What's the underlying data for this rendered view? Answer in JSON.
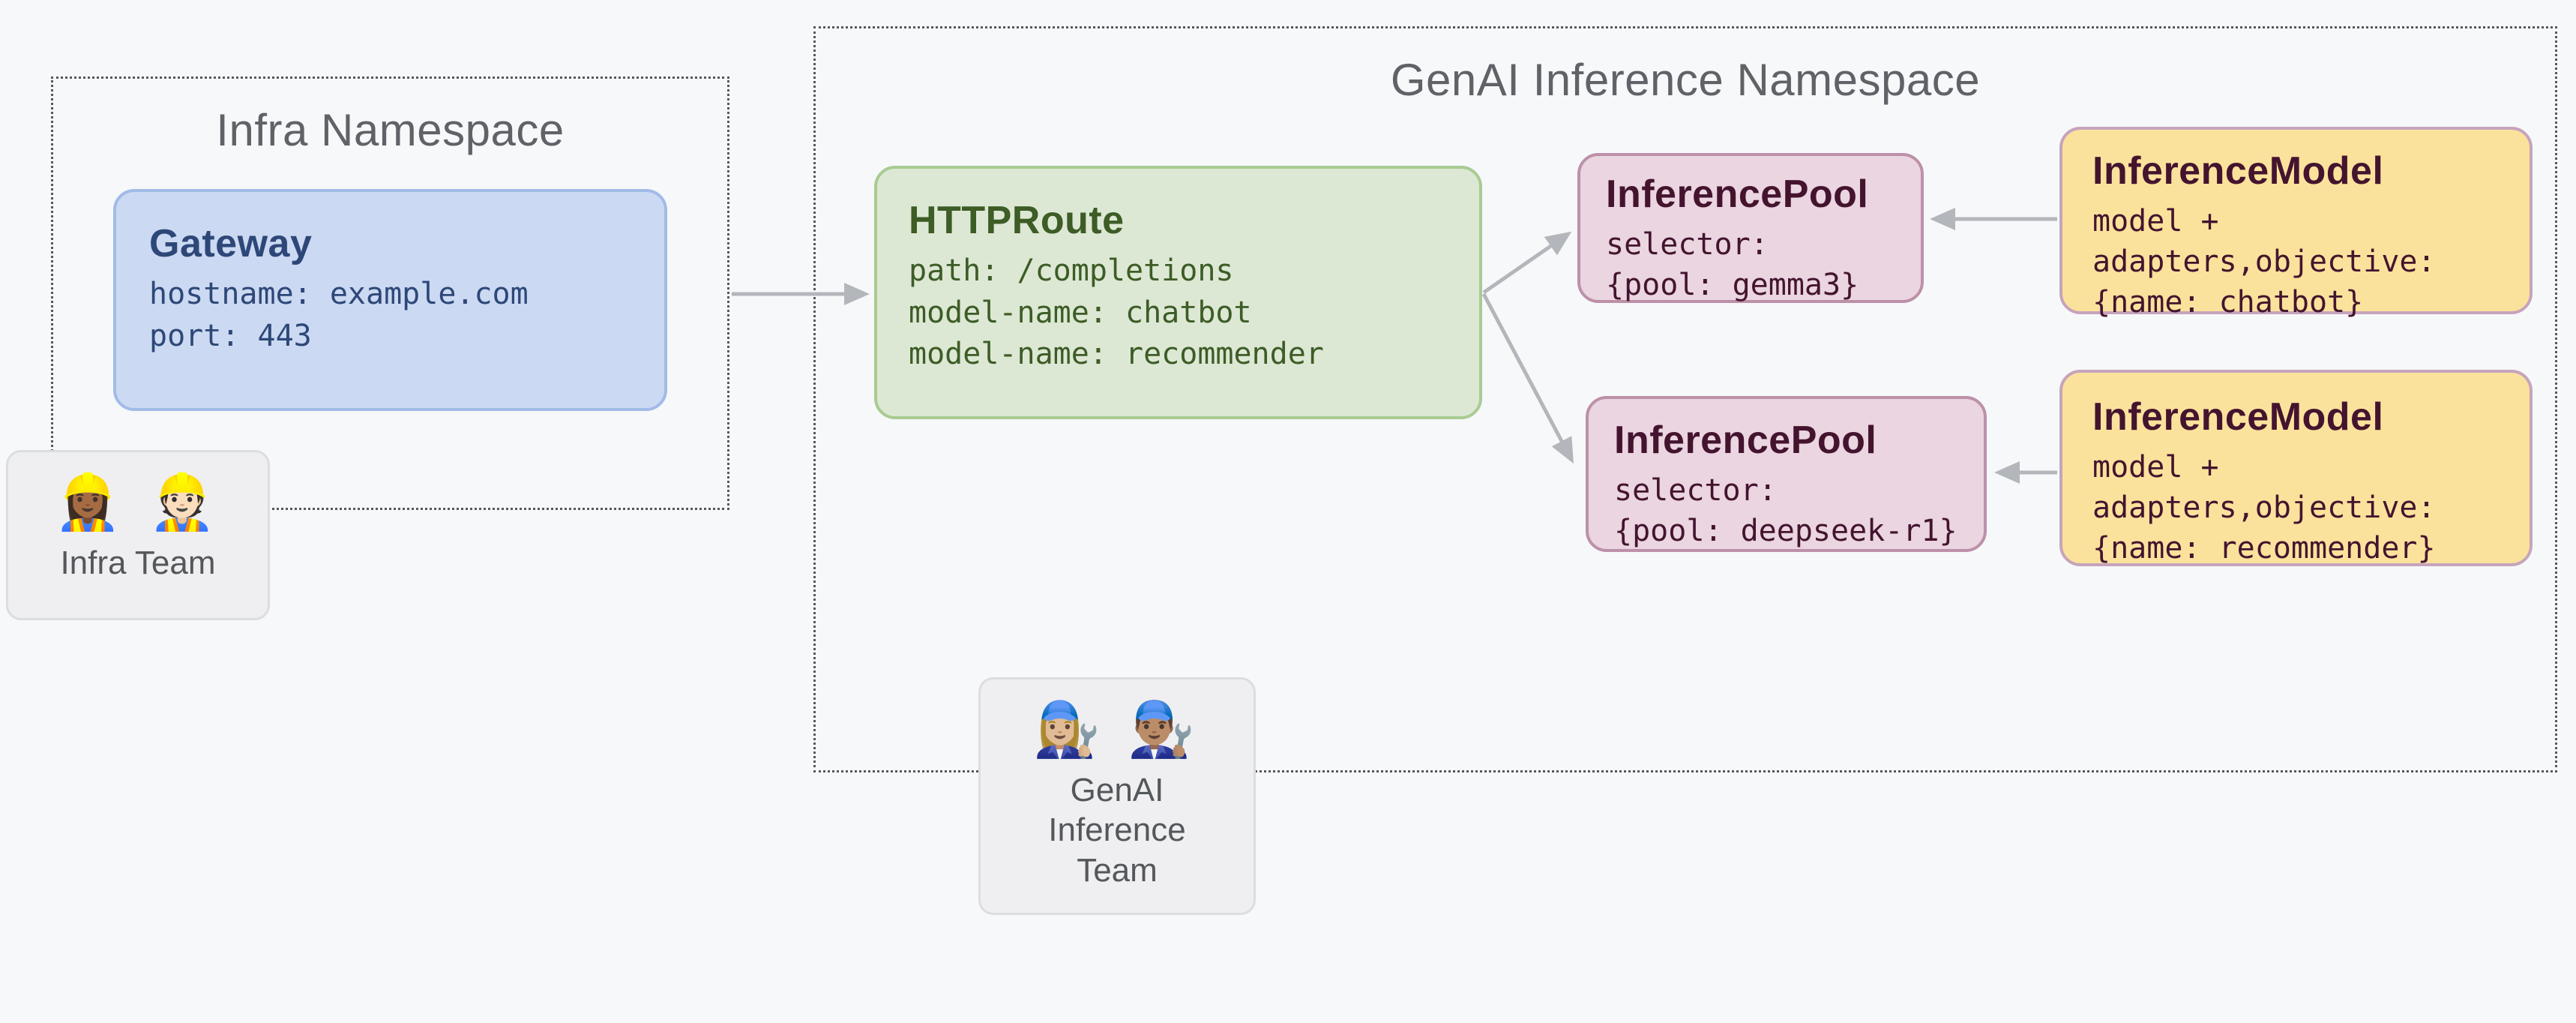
{
  "diagram": {
    "namespaces": {
      "infra": {
        "title": "Infra Namespace"
      },
      "genai": {
        "title": "GenAI Inference Namespace"
      }
    },
    "nodes": {
      "gateway": {
        "title": "Gateway",
        "lines": [
          "hostname: example.com",
          "port: 443"
        ]
      },
      "httproute": {
        "title": "HTTPRoute",
        "lines": [
          "path: /completions",
          "model-name: chatbot",
          "model-name: recommender"
        ]
      },
      "inference_pool_gemma": {
        "title": "InferencePool",
        "lines": [
          "selector:",
          "{pool: gemma3}"
        ]
      },
      "inference_pool_deepseek": {
        "title": "InferencePool",
        "lines": [
          "selector:",
          "{pool: deepseek-r1}"
        ]
      },
      "inference_model_chatbot": {
        "title": "InferenceModel",
        "lines": [
          "model +",
          "adapters,objective:",
          "{name: chatbot}"
        ]
      },
      "inference_model_recommender": {
        "title": "InferenceModel",
        "lines": [
          "model +",
          "adapters,objective:",
          "{name: recommender}"
        ]
      }
    },
    "edges": [
      {
        "from": "gateway",
        "to": "httproute"
      },
      {
        "from": "httproute",
        "to": "inference_pool_gemma"
      },
      {
        "from": "httproute",
        "to": "inference_pool_deepseek"
      },
      {
        "from": "inference_model_chatbot",
        "to": "inference_pool_gemma"
      },
      {
        "from": "inference_model_recommender",
        "to": "inference_pool_deepseek"
      }
    ],
    "teams": {
      "infra": {
        "emojis": [
          "👷🏾‍♀️",
          "👷🏻"
        ],
        "label": "Infra Team"
      },
      "genai": {
        "emojis": [
          "👩🏼‍🔧",
          "👨🏽‍🔧"
        ],
        "label": "GenAI Inference Team"
      }
    },
    "palette": {
      "page_bg": "#f7f8fa",
      "namespace_border": "#56585c",
      "namespace_title_text": "#5f6368",
      "gateway_fill": "#ccd9f2",
      "gateway_border": "#a2bbe8",
      "gateway_text": "#2d4878",
      "httproute_fill": "#dce8d4",
      "httproute_border": "#a9cb92",
      "httproute_text": "#3d5c26",
      "inference_pool_fill": "#ead5e0",
      "inference_pool_border": "#bd90a9",
      "inference_model_fill": "#fbe29c",
      "inference_model_border": "#c6a4bc",
      "inference_text": "#44142f",
      "team_card_fill": "#efeff1",
      "team_card_border": "#dcdde0",
      "team_text": "#54575b",
      "arrow": "#b3b6ba"
    }
  }
}
